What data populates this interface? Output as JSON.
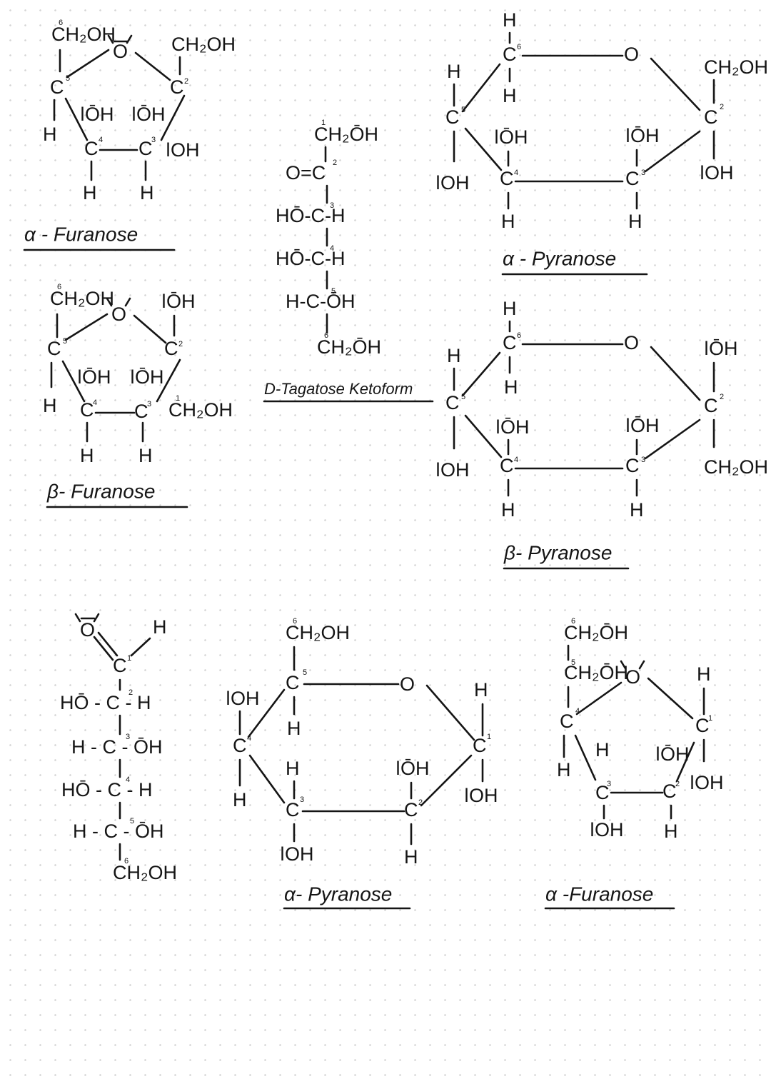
{
  "alpha_furanose_top": {
    "caption": "α - Furanose",
    "c1": "CH₂OH",
    "c1_num": "6",
    "c5": "C",
    "c5_num": "5",
    "h5": "H",
    "ring_o": "O",
    "c2_sub": "CH₂OH",
    "c2": "C",
    "c2_num": "2",
    "c4_oh": "ǀŌH",
    "c3_oh": "ǀŌH",
    "c4": "C",
    "c4_num": "4",
    "c3": "C",
    "c3_num": "3",
    "c3_oh2": "ǀOH",
    "h4": "H",
    "h3": "H"
  },
  "beta_furanose": {
    "caption": "β- Furanose",
    "c1": "CH₂OH",
    "c1_num": "6",
    "c5": "C",
    "c5_num": "5",
    "h5": "H",
    "ring_o": "O",
    "c2_sub": "ǀŌH",
    "c2": "C",
    "c2_num": "2",
    "c4_oh": "ǀŌH",
    "c3_oh": "ǀŌH",
    "c4": "C",
    "c4_num": "4",
    "c3": "C",
    "c3_num": "3",
    "c3_oh2": "CH₂OH",
    "c3_oh2_num": "1",
    "h4": "H",
    "h3": "H"
  },
  "tagatose": {
    "caption": "D-Tagatose Ketoform",
    "r1": "CH₂ŌH",
    "r1_num": "1",
    "r2": "O=C",
    "r2_num": "2",
    "r3": "HŌ-C-H",
    "r3_num": "3",
    "r4": "HŌ-C-H",
    "r4_num": "4",
    "r5": "H-C-ŌH",
    "r5_num": "5",
    "r6": "CH₂ŌH",
    "r6_num": "6"
  },
  "alpha_pyranose_top": {
    "caption": "α - Pyranose",
    "h6": "H",
    "c6": "C",
    "c6_num": "6",
    "h6b": "H",
    "ring_o": "O",
    "c2_sub": "CH₂OH",
    "c2": "C",
    "c2_num": "2",
    "c2_oh": "ǀOH",
    "h5": "H",
    "c5": "C",
    "c5_num": "5",
    "c5_oh": "ǀOH",
    "c4_oh": "ǀŌH",
    "c4": "C",
    "c4_num": "4",
    "h4": "H",
    "c3_oh": "ǀŌH",
    "c3": "C",
    "c3_num": "3",
    "h3": "H"
  },
  "beta_pyranose": {
    "caption": "β- Pyranose",
    "h6": "H",
    "c6": "C",
    "c6_num": "6",
    "h6b": "H",
    "ring_o": "O",
    "c2_sub": "ǀŌH",
    "c2": "C",
    "c2_num": "2",
    "c2_oh": "CH₂OH",
    "h5": "H",
    "c5": "C",
    "c5_num": "5",
    "c5_oh": "ǀOH",
    "c4_oh": "ǀŌH",
    "c4": "C",
    "c4_num": "4",
    "h4": "H",
    "c3_oh": "ǀŌH",
    "c3": "C",
    "c3_num": "3",
    "h3": "H"
  },
  "open_chain": {
    "o": "O",
    "h1": "H",
    "c1": "C",
    "c1_num": "1",
    "r2": "HŌ - C - H",
    "r2_num": "2",
    "r3": "H - C - ŌH",
    "r3_num": "3",
    "r4": "HŌ - C - H",
    "r4_num": "4",
    "r5": "H - C - ŌH",
    "r5_num": "5",
    "r6": "CH₂OH",
    "r6_num": "6"
  },
  "alpha_pyranose_bottom": {
    "caption": "α- Pyranose",
    "c6": "CH₂OH",
    "c6_num": "6",
    "c5": "C",
    "c5_num": "5",
    "h5": "H",
    "ring_o": "O",
    "c4_oh": "ǀOH",
    "c4": "C",
    "c4_num": "4",
    "h4": "H",
    "h3": "H",
    "c3": "C",
    "c3_num": "3",
    "c3_oh": "ǀOH",
    "c2_oh": "ǀŌH",
    "c2": "C",
    "c2_num": "2",
    "h2": "H",
    "h1": "H",
    "c1": "C",
    "c1_num": "1",
    "c1_oh": "ǀOH"
  },
  "alpha_furanose_bottom": {
    "caption": "α -Furanose",
    "c6": "CH₂ŌH",
    "c6_num": "6",
    "c5": "CH₂ŌH",
    "c5_num": "5",
    "ring_o": "O",
    "c4": "C",
    "c4_num": "4",
    "h4": "H",
    "h3": "H",
    "c3": "C",
    "c3_num": "3",
    "c3_oh": "ǀOH",
    "c2_oh": "ǀŌH",
    "c2": "C",
    "c2_num": "2",
    "h2": "H",
    "c2_oh2": "ǀOH",
    "h1": "H",
    "c1": "C",
    "c1_num": "1"
  }
}
